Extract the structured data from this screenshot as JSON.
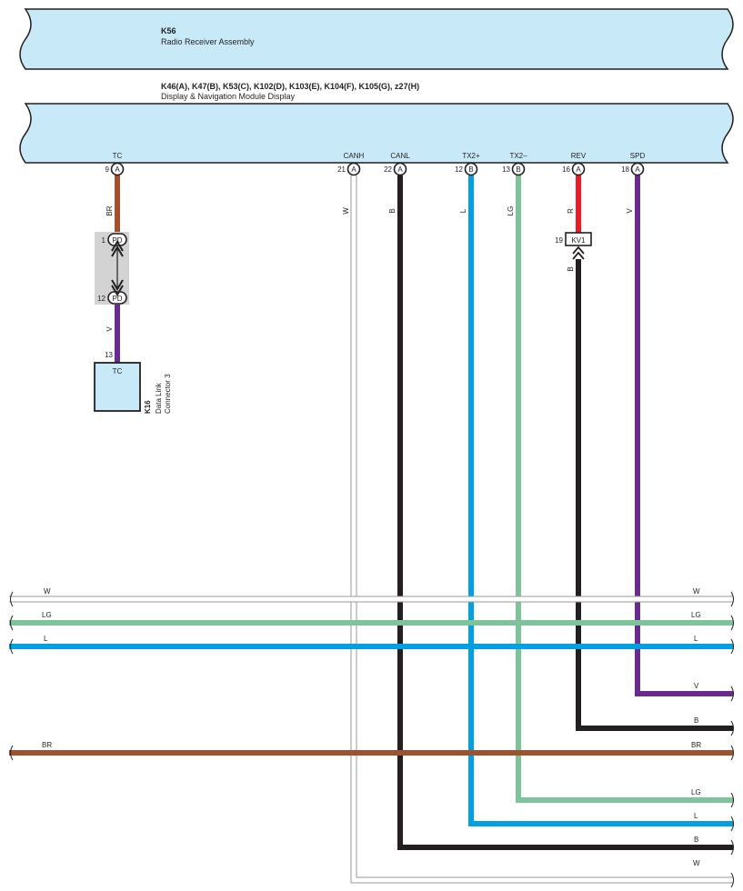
{
  "radio_receiver": {
    "code": "K56",
    "name": "Radio Receiver Assembly"
  },
  "display_module": {
    "codes": "K46(A), K47(B), K53(C), K102(D), K103(E), K104(F), K105(G), z27(H)",
    "name": "Display & Navigation Module Display"
  },
  "terminals": [
    {
      "name": "TC",
      "pin": "9",
      "connector": "A",
      "color": "BR"
    },
    {
      "name": "CANH",
      "pin": "21",
      "connector": "A",
      "color": "W"
    },
    {
      "name": "CANL",
      "pin": "22",
      "connector": "A",
      "color": "B"
    },
    {
      "name": "TX2+",
      "pin": "12",
      "connector": "B",
      "color": "L"
    },
    {
      "name": "TX2–",
      "pin": "13",
      "connector": "B",
      "color": "LG"
    },
    {
      "name": "REV",
      "pin": "16",
      "connector": "A",
      "color": "R"
    },
    {
      "name": "SPD",
      "pin": "18",
      "connector": "A",
      "color": "V"
    }
  ],
  "junction_pd": {
    "label": "PD",
    "top_pin": "1",
    "bottom_pin": "12",
    "lower_wire_color": "V"
  },
  "data_link_connector": {
    "pin": "13",
    "terminal": "TC",
    "code": "K16",
    "name_line1": "Data Link",
    "name_line2": "Connector 3"
  },
  "kv1_connector": {
    "label": "KV1",
    "pin": "19",
    "lower_wire_color": "B"
  },
  "bus_lines": [
    {
      "left_label": "W",
      "right_label": "W"
    },
    {
      "left_label": "LG",
      "right_label": "LG"
    },
    {
      "left_label": "L",
      "right_label": "L"
    },
    {
      "left_label": "BR",
      "right_label": "BR"
    }
  ],
  "exit_lines": [
    {
      "label": "V"
    },
    {
      "label": "B"
    },
    {
      "label": "LG"
    },
    {
      "label": "L"
    },
    {
      "label": "B"
    },
    {
      "label": "W"
    }
  ],
  "wire_colors": {
    "BR": "#a0522d",
    "V": "#6a2c8c",
    "B": "#231f20",
    "L": "#00a0e3",
    "LG": "#7dc49a",
    "R": "#ed1c24",
    "W": "#ffffff",
    "component_fill": "#c8eaf8",
    "junction_fill": "#d3d3d3"
  }
}
